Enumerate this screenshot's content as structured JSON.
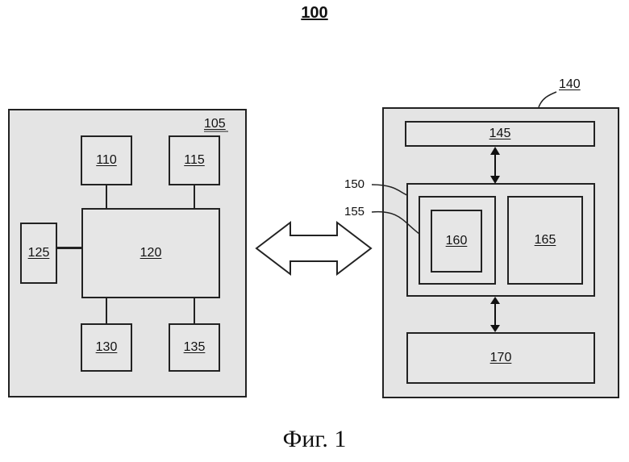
{
  "figure_number": "100",
  "caption": "Фиг. 1",
  "left_system": {
    "ref": "105",
    "central": "120",
    "top_left": "110",
    "top_right": "115",
    "side": "125",
    "bottom_left": "130",
    "bottom_right": "135"
  },
  "right_system": {
    "ref": "140",
    "top_block": "145",
    "group_ref": "150",
    "subgroup_ref": "155",
    "inner_block": "160",
    "side_block": "165",
    "bottom_block": "170"
  }
}
